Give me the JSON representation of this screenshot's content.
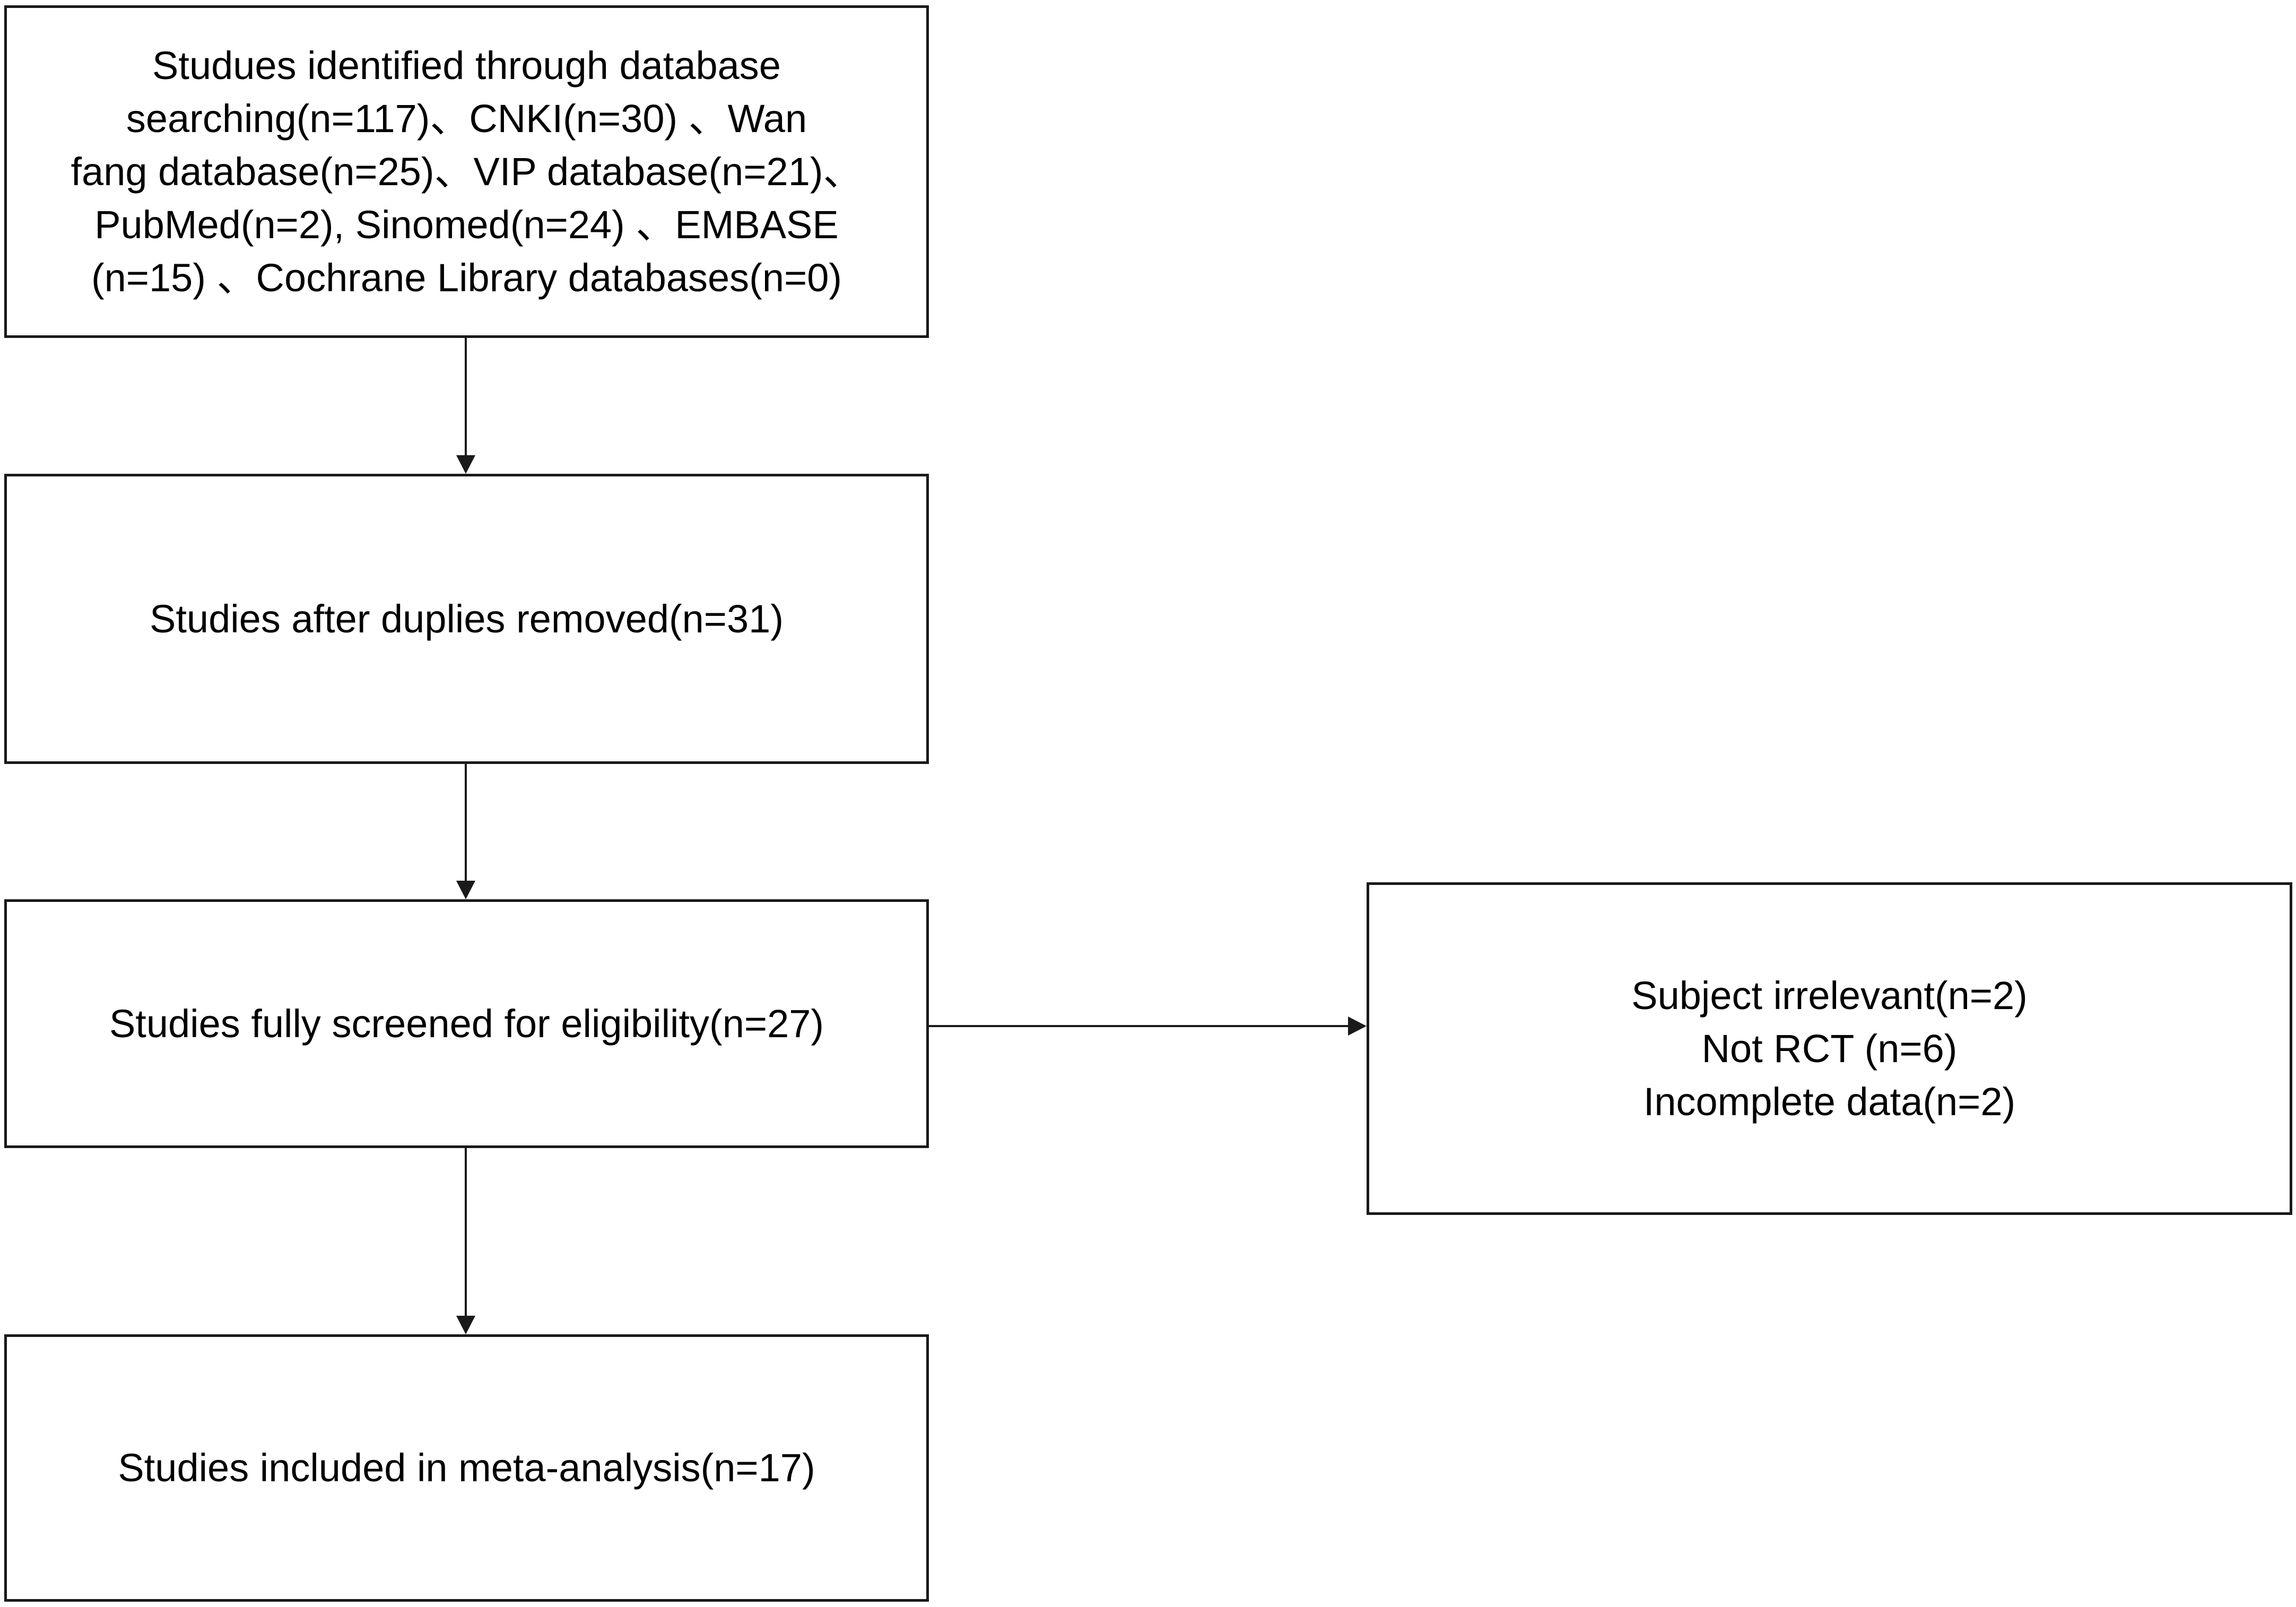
{
  "flowchart": {
    "identified": {
      "lines": [
        "Studues identified through database",
        "searching(n=117)、CNKI(n=30)  、Wan",
        "fang database(n=25)、VIP database(n=21)、",
        "PubMed(n=2), Sinomed(n=24)  、EMBASE",
        "(n=15) 、Cochrane Library databases(n=0)"
      ]
    },
    "duplicates_removed": {
      "text": "Studies after duplies removed(n=31)"
    },
    "screened": {
      "text": "Studies fully screened for eligibility(n=27)"
    },
    "excluded": {
      "lines": [
        "Subject irrelevant(n=2)",
        "Not RCT (n=6)",
        "Incomplete data(n=2)"
      ]
    },
    "included": {
      "text": "Studies included in meta-analysis(n=17)"
    }
  }
}
